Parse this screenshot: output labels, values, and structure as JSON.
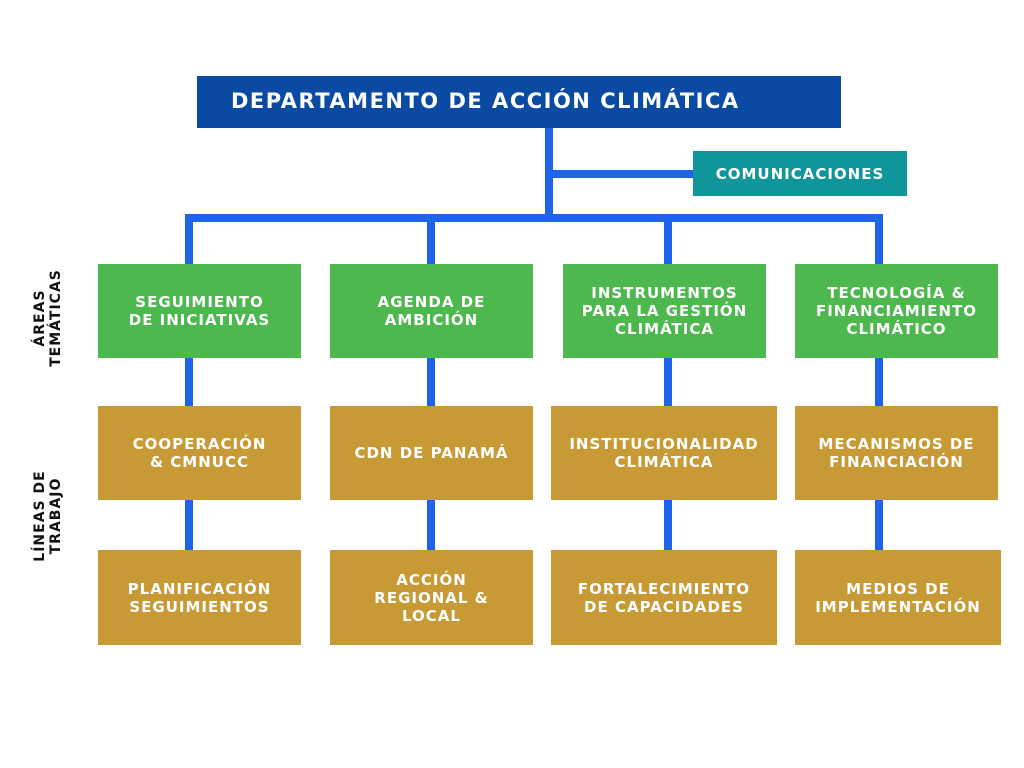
{
  "header": {
    "title": "DEPARTAMENTO DE ACCIÓN CLIMÁTICA"
  },
  "communications": {
    "label": "COMUNICACIONES"
  },
  "side_labels": {
    "thematic_areas": "ÁREAS\nTEMÁTICAS",
    "work_lines": "LÍNEAS DE\nTRABAJO"
  },
  "thematic_areas": [
    "SEGUIMIENTO\nDE INICIATIVAS",
    "AGENDA DE\nAMBICIÓN",
    "INSTRUMENTOS\nPARA LA GESTIÓN\nCLIMÁTICA",
    "TECNOLOGÍA &\nFINANCIAMIENTO\nCLIMÁTICO"
  ],
  "work_lines_row1": [
    "COOPERACIÓN\n& CMNUCC",
    "CDN DE PANAMÁ",
    "INSTITUCIONALIDAD\nCLIMÁTICA",
    "MECANISMOS DE\nFINANCIACIÓN"
  ],
  "work_lines_row2": [
    "PLANIFICACIÓN\nSEGUIMIENTOS",
    "ACCIÓN\nREGIONAL &\nLOCAL",
    "FORTALECIMIENTO\nDE CAPACIDADES",
    "MEDIOS DE\nIMPLEMENTACIÓN"
  ],
  "colors": {
    "header": "#0b4aa3",
    "communications": "#0f959a",
    "thematic_area": "#4cb84e",
    "work_line": "#c79a35",
    "connector": "#1e63e9"
  }
}
